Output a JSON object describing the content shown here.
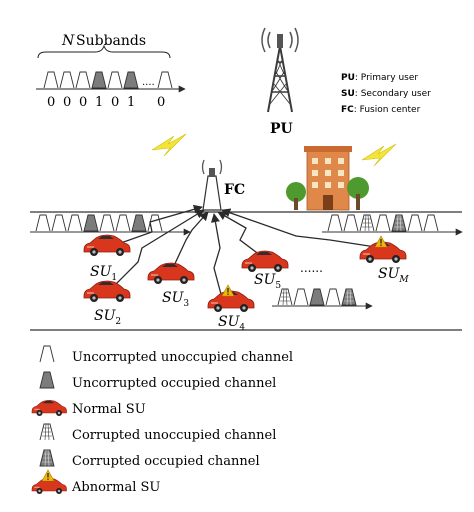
{
  "top": {
    "n_label": "N",
    "subbands_label": "Subbands",
    "bits": [
      "0",
      "0",
      "0",
      "1",
      "0",
      "1",
      "0"
    ],
    "ellipsis": "...."
  },
  "tower_label": "PU",
  "fc_label": "FC",
  "abbrev": [
    {
      "key": "PU",
      "text": ": Primary user"
    },
    {
      "key": "SU",
      "text": ": Secondary user"
    },
    {
      "key": "FC",
      "text": ": Fusion center"
    }
  ],
  "su_labels": [
    {
      "base": "SU",
      "sub": "1"
    },
    {
      "base": "SU",
      "sub": "2"
    },
    {
      "base": "SU",
      "sub": "3"
    },
    {
      "base": "SU",
      "sub": "4"
    },
    {
      "base": "SU",
      "sub": "5"
    },
    {
      "base": "SU",
      "sub": "M"
    }
  ],
  "dots": "......",
  "legend": [
    {
      "text": "Uncorrupted unoccupied channel"
    },
    {
      "text": "Uncorrupted occupied channel"
    },
    {
      "text": "Normal SU"
    },
    {
      "text": "Corrupted unoccupied channel"
    },
    {
      "text": "Corrupted occupied channel"
    },
    {
      "text": "Abnormal SU"
    }
  ],
  "colors": {
    "car": "#d9361e",
    "car_dark": "#8e1d0e",
    "lightning": "#f3e436",
    "warning": "#f2b705",
    "building": "#e0874a",
    "tree": "#4e9a2e",
    "occupied": "#7c7c7c",
    "line": "#2a2a2a"
  }
}
